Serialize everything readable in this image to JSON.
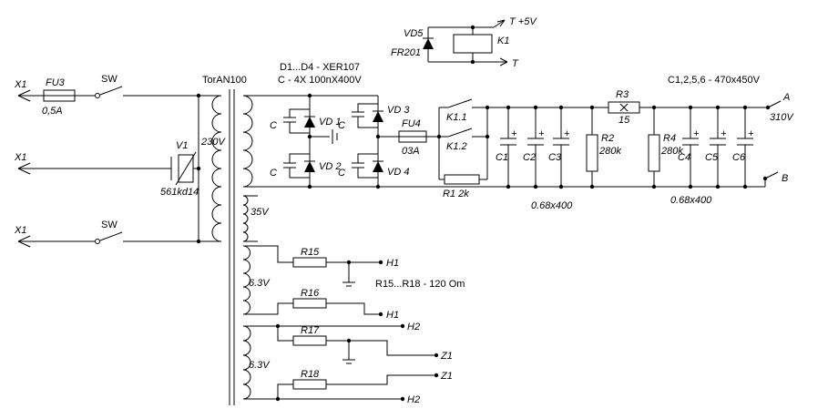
{
  "schematic": {
    "inputs": {
      "x1": "X1",
      "sw": "SW",
      "fu3": "FU3",
      "fu3_rating": "0,5A",
      "v1": "V1",
      "v1_type": "561kd14"
    },
    "transformer": {
      "name": "TorAN100",
      "primary_voltage": "230V",
      "sec_35v": "35V",
      "sec_63v": "6.3V"
    },
    "bridge": {
      "note_diodes": "D1...D4 - XER107",
      "note_caps": "C - 4X 100nX400V",
      "vd1": "VD 1",
      "vd2": "VD 2",
      "vd3": "VD 3",
      "vd4": "VD 4",
      "cap": "C"
    },
    "relay": {
      "vd5": "VD5",
      "vd5_type": "FR201",
      "coil": "K1",
      "t_plus5": "T  +5V",
      "t": "T",
      "contact1": "K1.1",
      "contact2": "K1.2",
      "r1": "R1 2k"
    },
    "fu4": {
      "name": "FU4",
      "rating": "03A"
    },
    "filter": {
      "c1": "C1",
      "c2": "C2",
      "c3": "C3",
      "c4": "C4",
      "c5": "C5",
      "c6": "C6",
      "plus": "+",
      "rating_left": "0.68x400",
      "rating_right": "0.68x400",
      "r2": "R2",
      "r2_value": "280k",
      "r3": "R3",
      "r3_value": "15",
      "r4": "R4",
      "r4_value": "280k",
      "note": "C1,2,5,6 - 470x450V"
    },
    "outputs": {
      "a": "A",
      "a_voltage": "310V",
      "b": "B",
      "h1": "H1",
      "h2": "H2",
      "z1": "Z1"
    },
    "heaters": {
      "r15": "R15",
      "r16": "R16",
      "r17": "R17",
      "r18": "R18",
      "note": "R15...R18 - 120 Om"
    }
  }
}
